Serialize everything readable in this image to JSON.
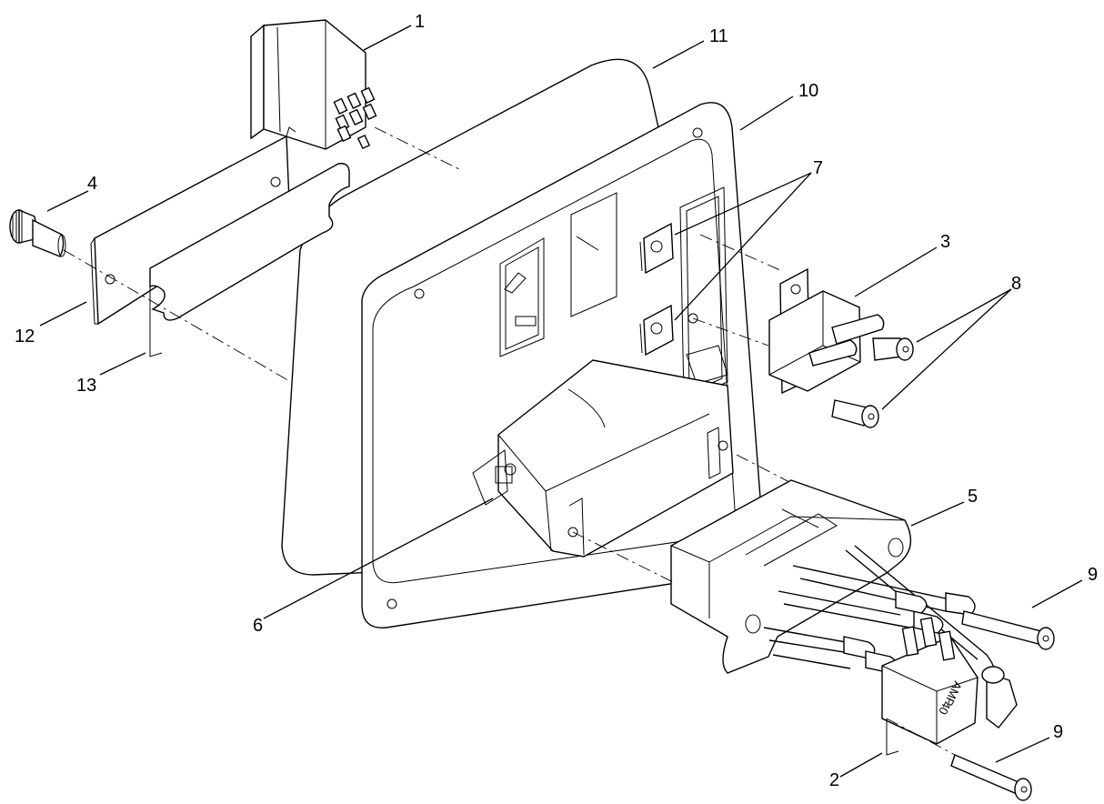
{
  "callouts": [
    {
      "id": "1",
      "label": "1"
    },
    {
      "id": "2",
      "label": "2"
    },
    {
      "id": "3",
      "label": "3"
    },
    {
      "id": "4",
      "label": "4"
    },
    {
      "id": "5",
      "label": "5"
    },
    {
      "id": "6",
      "label": "6"
    },
    {
      "id": "7",
      "label": "7"
    },
    {
      "id": "8",
      "label": "8"
    },
    {
      "id": "9a",
      "label": "9"
    },
    {
      "id": "9b",
      "label": "9"
    },
    {
      "id": "10",
      "label": "10"
    },
    {
      "id": "11",
      "label": "11"
    },
    {
      "id": "12",
      "label": "12"
    },
    {
      "id": "13",
      "label": "13"
    }
  ],
  "part_markings": {
    "block_brand": "AMP",
    "block_rating": "40"
  }
}
